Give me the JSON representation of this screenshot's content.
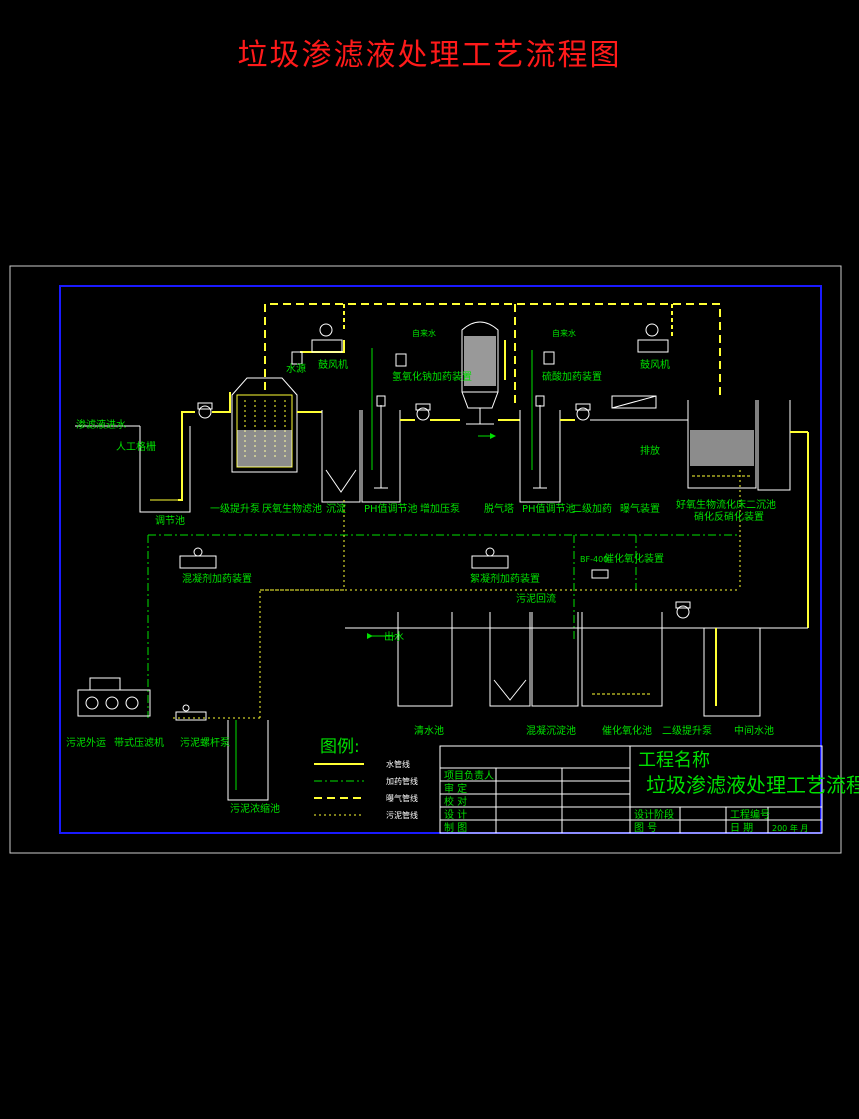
{
  "title": "垃圾渗滤液处理工艺流程图",
  "colors": {
    "frame_outer": "#cccccc",
    "frame_inner": "#1a1aff",
    "water": "#ffff33",
    "label": "#00e000",
    "equip": "#ffffff",
    "title": "#ff1a1a"
  },
  "labels": {
    "leachate_in": "渗滤液进水",
    "grid": "人工格栅",
    "reg_pool": "调节池",
    "lift1": "一级提升泵",
    "mbr": "厌氧生物滤池",
    "settle": "沉淀",
    "ph_adjust": "PH值调节池",
    "booster_pump": "增加压泵",
    "stripping": "脱气塔",
    "ph_adjust2": "PH值调节池",
    "lift2_dose": "二级加药",
    "aeration_unit": "曝气装置",
    "aerobic_bio": "好氧生物流化床",
    "membrane_dose": "硝化反硝化装置",
    "second_settle": "二沉池",
    "blower1": "鼓风机",
    "blower2": "鼓风机",
    "water_in1": "水源",
    "naoh_dose": "氢氧化钠加药装置",
    "acid_dose": "硫酸加药装置",
    "tap1": "自来水",
    "tap2": "自来水",
    "exhaust": "排放",
    "coag_dose": "混凝剂加药装置",
    "floc_dose": "絮凝剂加药装置",
    "sludge_return": "污泥回流",
    "catalyst_unit": "催化氧化装置",
    "bf": "BF-400",
    "outflow": "出水",
    "clear_pool": "清水池",
    "coag_settle": "混凝沉淀池",
    "catalytic_pool": "催化氧化池",
    "lift3": "二级提升泵",
    "middle_pool": "中间水池",
    "sludge_out": "污泥外运",
    "belt_press": "带式压滤机",
    "screw_pump": "污泥螺杆泵",
    "sludge_thick": "污泥浓缩池"
  },
  "legend": {
    "title": "图例:",
    "items": [
      {
        "label": "水管线",
        "style": "solid",
        "color": "#ffff33"
      },
      {
        "label": "加药管线",
        "style": "dashdot",
        "color": "#00e000"
      },
      {
        "label": "曝气管线",
        "style": "dashed",
        "color": "#ffff33"
      },
      {
        "label": "污泥管线",
        "style": "dotted",
        "color": "#ffff33"
      }
    ]
  },
  "titleblock": {
    "project_name_label": "工程名称",
    "drawing_title": "垃圾渗滤液处理工艺流程图",
    "rows": [
      "项目负责人",
      "审 定",
      "校 对",
      "设 计",
      "制 图"
    ],
    "design_stage": "设计阶段",
    "drawing_no": "图 号",
    "project_no": "工程编号",
    "date_label": "日 期",
    "date_value": "200 年 月"
  }
}
